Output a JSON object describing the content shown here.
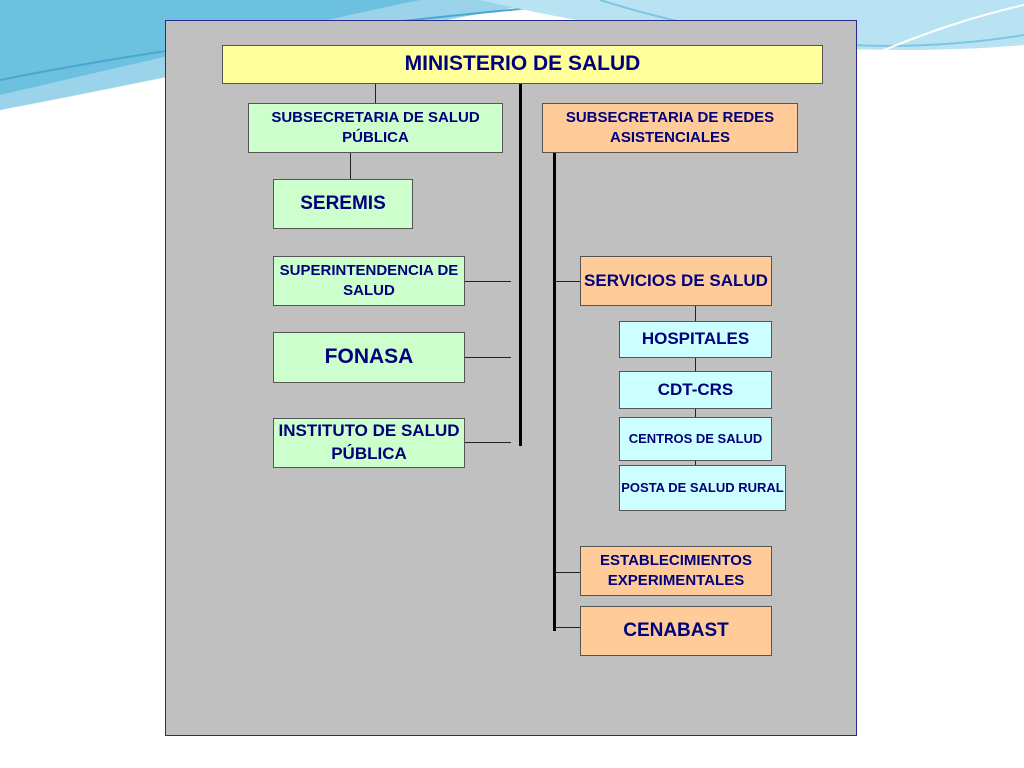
{
  "colors": {
    "panel": "#c0c0c0",
    "ministry": "#ffff9c",
    "public_health": "#ccffcc",
    "networks": "#ffcc99",
    "care_units": "#ccffff",
    "text": "#00007a"
  },
  "org_chart": {
    "root": "MINISTERIO DE SALUD",
    "subsecretaria_salud_publica": "SUBSECRETARIA DE SALUD PÚBLICA",
    "subsecretaria_redes": "SUBSECRETARIA DE REDES ASISTENCIALES",
    "seremis": "SEREMIS",
    "superintendencia": "SUPERINTENDENCIA DE SALUD",
    "fonasa": "FONASA",
    "instituto": "INSTITUTO DE SALUD PÚBLICA",
    "servicios": "SERVICIOS DE SALUD",
    "hospitales": "HOSPITALES",
    "cdt": "CDT-CRS",
    "centros": "CENTROS DE SALUD",
    "posta": "POSTA DE SALUD RURAL",
    "establecimientos": "ESTABLECIMIENTOS EXPERIMENTALES",
    "cenabast": "CENABAST"
  }
}
